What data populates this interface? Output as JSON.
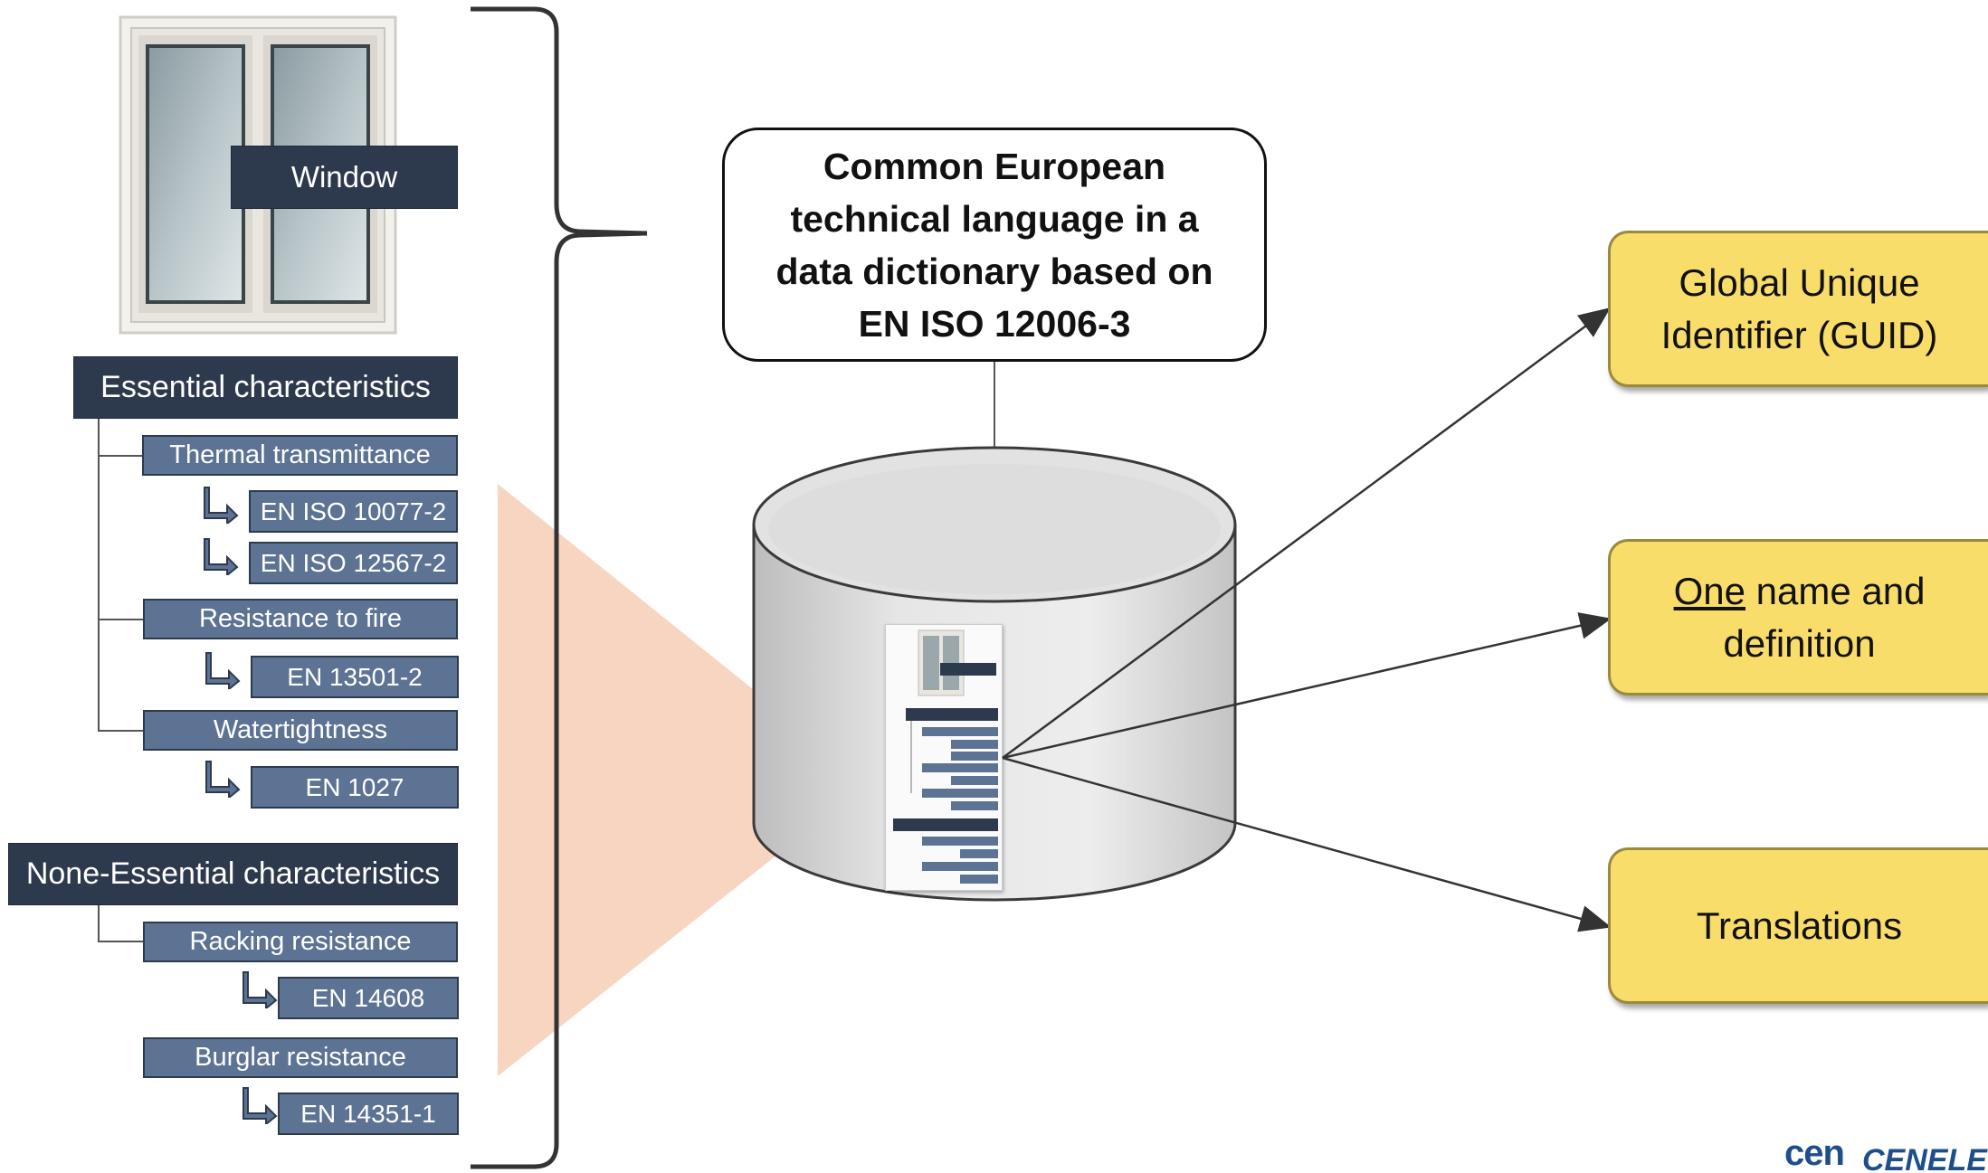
{
  "window_label": "Window",
  "essential": {
    "header": "Essential characteristics",
    "items": [
      {
        "label": "Thermal transmittance",
        "standards": [
          "EN ISO 10077-2",
          "EN ISO 12567-2"
        ]
      },
      {
        "label": "Resistance to fire",
        "standards": [
          "EN 13501-2"
        ]
      },
      {
        "label": "Watertightness",
        "standards": [
          "EN 1027"
        ]
      }
    ]
  },
  "none_essential": {
    "header": "None-Essential characteristics",
    "items": [
      {
        "label": "Racking resistance",
        "standards": [
          "EN 14608"
        ]
      },
      {
        "label": "Burglar resistance",
        "standards": [
          "EN 14351-1"
        ]
      }
    ]
  },
  "callout": {
    "lines": [
      "Common European",
      "technical language in a",
      "data dictionary based on",
      "EN ISO 12006-3"
    ]
  },
  "outputs": {
    "guid": {
      "line1": "Global Unique",
      "line2": "Identifier (GUID)"
    },
    "name": {
      "underlined": "One",
      "rest": " name and",
      "line2": "definition"
    },
    "translations": "Translations"
  },
  "logo": {
    "cen": "cen",
    "cenelec": "CENELEC"
  },
  "colors": {
    "dark_box": "#2d3a4d",
    "mid_box": "#5d7394",
    "output_box": "#f9dd6a",
    "funnel": "#f8d5c0"
  }
}
